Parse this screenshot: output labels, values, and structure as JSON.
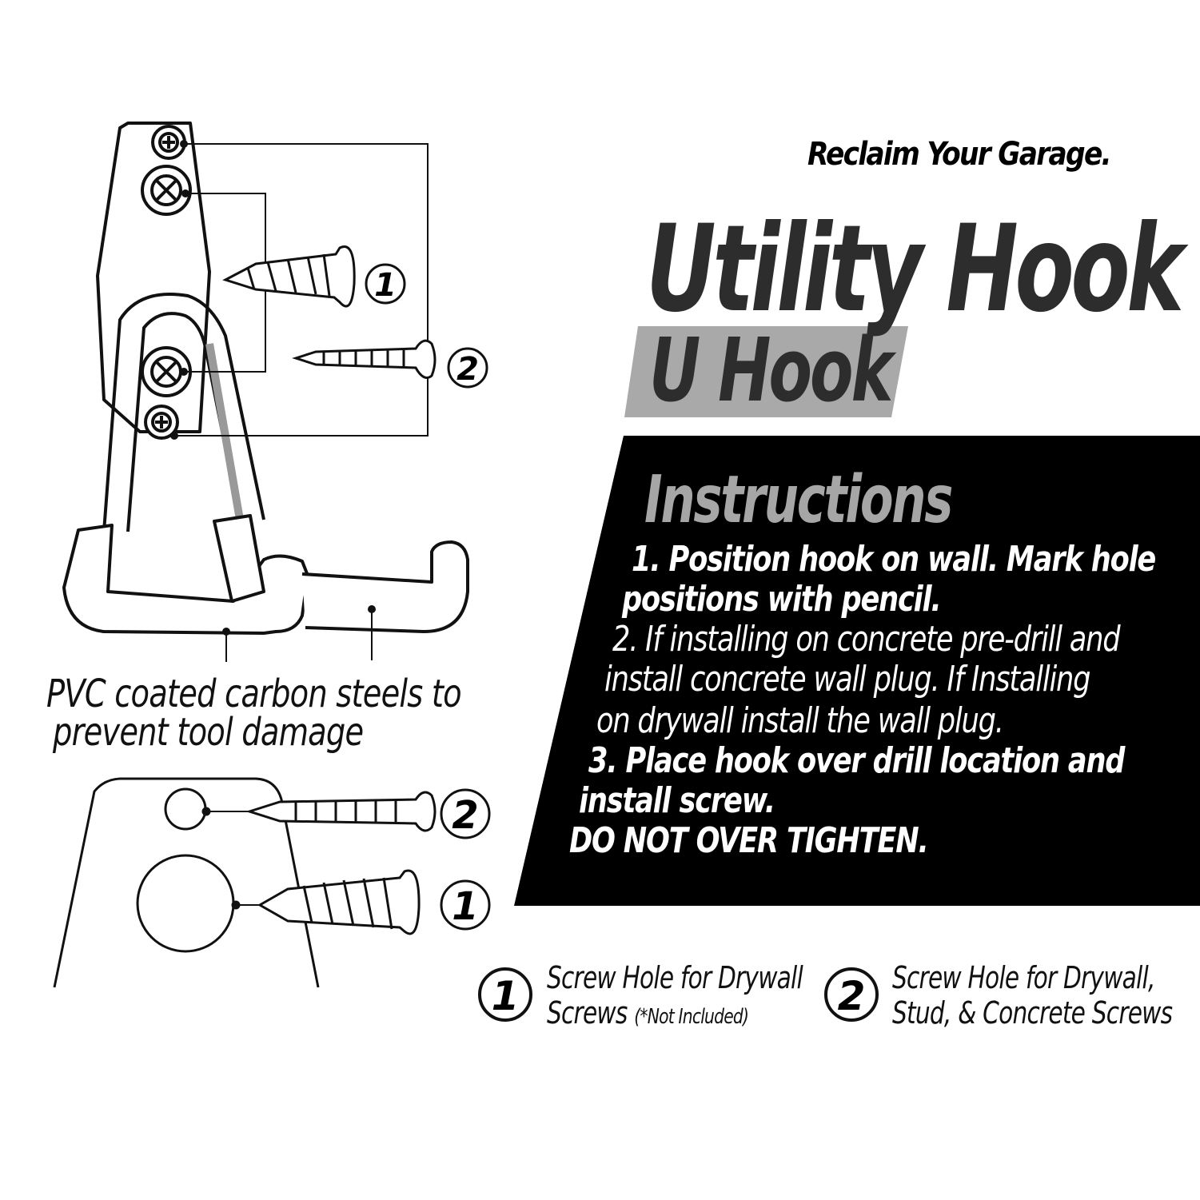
{
  "header": {
    "slogan": "Reclaim Your Garage.",
    "title": "Utility Hook",
    "subtitle": "U Hook"
  },
  "instructions": {
    "heading": "Instructions",
    "lines": [
      "1. Position hook on wall. Mark hole",
      "positions with pencil.",
      "2. If installing on concrete pre-drill and",
      "install concrete wall plug. If Installing",
      "on drywall install the wall plug.",
      "3. Place hook over drill location and",
      "install screw.",
      "DO NOT OVER TIGHTEN."
    ]
  },
  "diagram": {
    "caption_line1": "PVC coated carbon steels to",
    "caption_line2": "prevent tool damage",
    "callout_1": "1",
    "callout_2": "2"
  },
  "legend": {
    "item1": {
      "number": "1",
      "line1": "Screw Hole for Drywall",
      "line2": "Screws",
      "note": "(*Not Included)"
    },
    "item2": {
      "number": "2",
      "line1": "Screw Hole for Drywall,",
      "line2": "Stud, & Concrete Screws"
    }
  },
  "colors": {
    "panel": "#000000",
    "title": "#2d2d2d",
    "subtitle_band": "#a9a9a9",
    "heading": "#a6a6a6",
    "text": "#ffffff"
  }
}
